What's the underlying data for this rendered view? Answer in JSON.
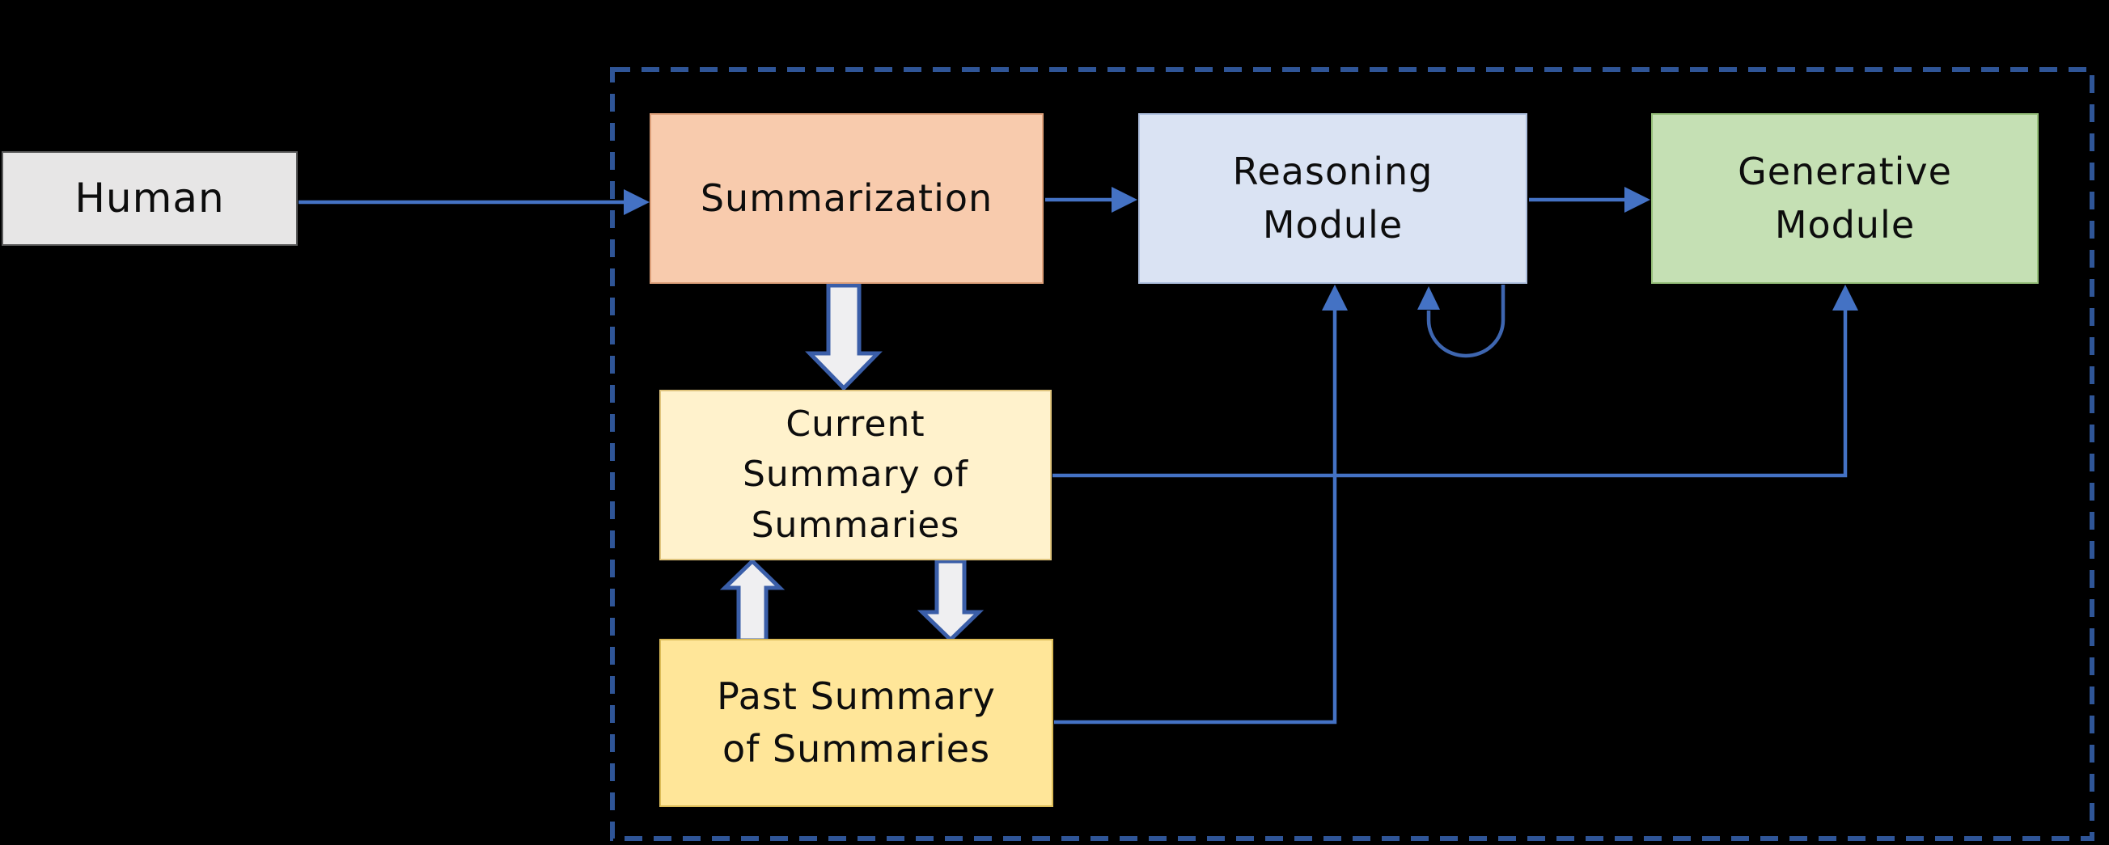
{
  "diagram": {
    "background_color": "#000000",
    "nodes": {
      "human": {
        "lines": [
          "Human"
        ],
        "fill": "#E7E6E6"
      },
      "summarization": {
        "lines": [
          "Summarization"
        ],
        "fill": "#F8CBAD"
      },
      "reasoning": {
        "lines": [
          "Reasoning",
          "Module"
        ],
        "fill": "#DAE3F3"
      },
      "generative": {
        "lines": [
          "Generative",
          "Module"
        ],
        "fill": "#C5E0B4"
      },
      "current": {
        "lines": [
          "Current",
          "Summary of",
          "Summaries"
        ],
        "fill": "#FFF2CC"
      },
      "past": {
        "lines": [
          "Past Summary",
          "of Summaries"
        ],
        "fill": "#FFE699"
      }
    },
    "edges": [
      {
        "from": "human",
        "to": "summarization",
        "style": "thin-arrow"
      },
      {
        "from": "summarization",
        "to": "reasoning",
        "style": "thin-arrow"
      },
      {
        "from": "reasoning",
        "to": "generative",
        "style": "thin-arrow"
      },
      {
        "from": "reasoning",
        "to": "reasoning",
        "style": "thin-arrow-self-loop"
      },
      {
        "from": "current",
        "to": "generative",
        "style": "thin-arrow-elbow"
      },
      {
        "from": "past",
        "to": "reasoning",
        "style": "thin-arrow-elbow"
      },
      {
        "from": "summarization",
        "to": "current",
        "style": "block-arrow-down"
      },
      {
        "from": "past",
        "to": "current",
        "style": "block-arrow-up"
      },
      {
        "from": "current",
        "to": "past",
        "style": "block-arrow-down"
      }
    ],
    "colors": {
      "connector": "#4472C4",
      "system_boundary": "#2F5597",
      "block_arrow_fill": "#EFEFF1",
      "block_arrow_stroke": "#3A5EA8",
      "text": "#0D0D0D"
    }
  }
}
